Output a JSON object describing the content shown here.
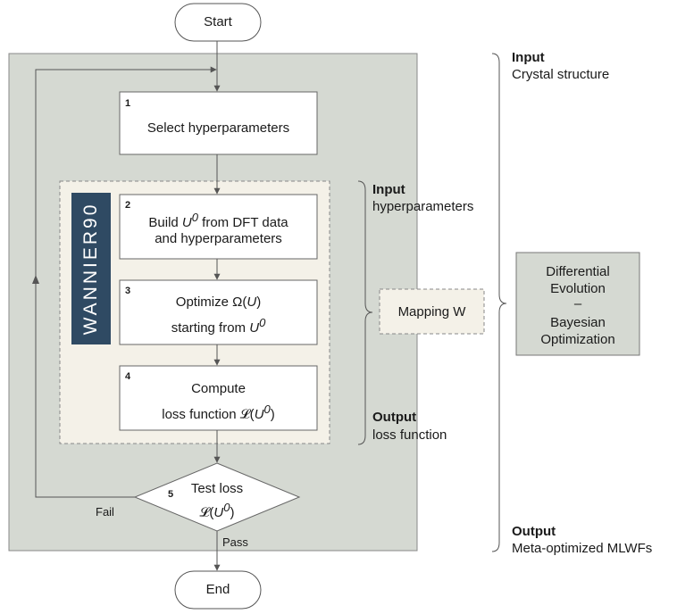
{
  "start_label": "Start",
  "end_label": "End",
  "steps": [
    {
      "number": "1",
      "line1": "Select hyperparameters"
    },
    {
      "number": "2",
      "line1_a": "Build ",
      "line1_sym": "U",
      "line1_sup": "0",
      "line1_b": " from DFT data",
      "line2": "and hyperparameters"
    },
    {
      "number": "3",
      "line1": "Optimize Ω(",
      "line1_sym": "U",
      "line1_end": ")",
      "line2": "starting from ",
      "line2_sym": "U",
      "line2_sup": "0"
    },
    {
      "number": "4",
      "line1": "Compute",
      "line2": "loss function 𝓛(",
      "line2_sym": "U",
      "line2_sup": "0",
      "line2_end": ")"
    },
    {
      "number": "5",
      "line1": "Test loss",
      "line2": "𝓛(",
      "line2_sym": "U",
      "line2_sup": "0",
      "line2_end": ")"
    }
  ],
  "wannier_logo": "WANNIER90",
  "fail_label": "Fail",
  "pass_label": "Pass",
  "mapping_label": "Mapping W",
  "inner_io": {
    "input_title": "Input",
    "input_text": "hyperparameters",
    "output_title": "Output",
    "output_text": "loss function"
  },
  "outer_io": {
    "input_title": "Input",
    "input_text": "Crystal structure",
    "output_title": "Output",
    "output_text": "Meta-optimized MLWFs"
  },
  "optimizer": {
    "line1": "Differential",
    "line2": "Evolution",
    "dash": "–",
    "line3": "Bayesian",
    "line4": "Optimization"
  },
  "colors": {
    "outer_box": "#d5d9d2",
    "inner_box": "#f4f1e8",
    "logo": "#2f4a63",
    "optimizer_box": "#d5d9d2",
    "lines": "#555555"
  }
}
